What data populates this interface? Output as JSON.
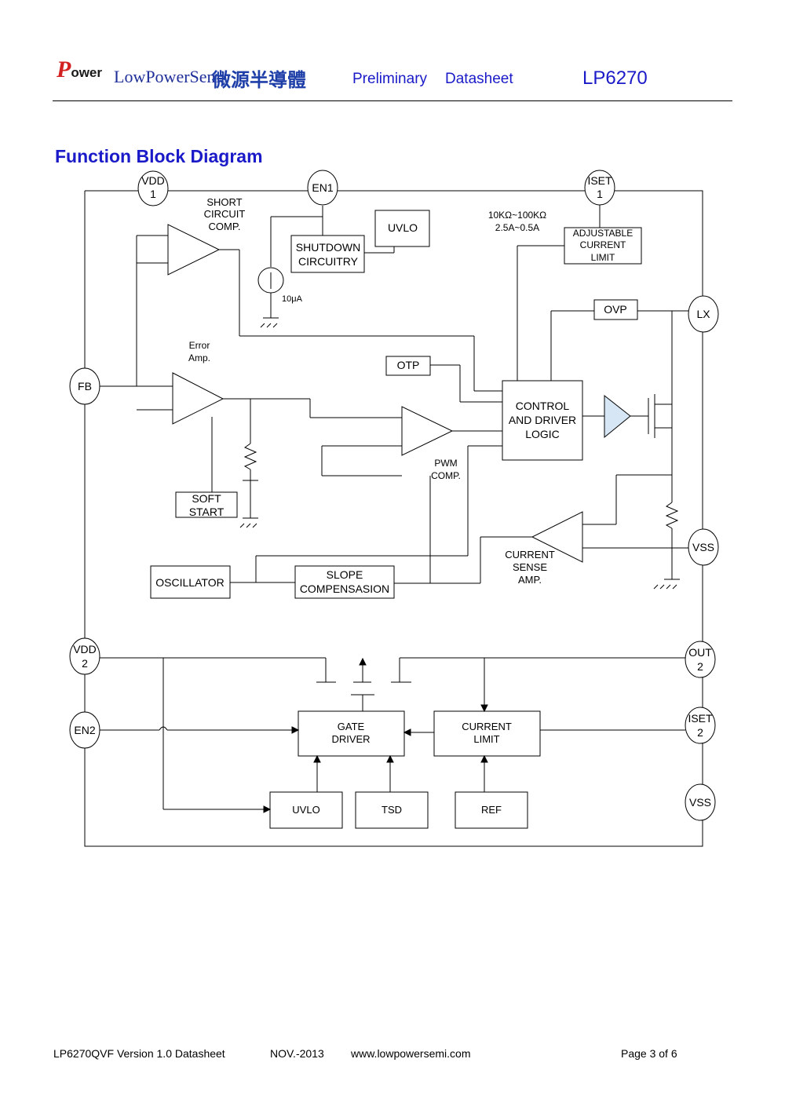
{
  "header": {
    "logo_power_initial": "P",
    "logo_power_rest": "ower",
    "company_en": "LowPowerSemi",
    "company_zh": "微源半導體",
    "preliminary": "Preliminary",
    "datasheet": "Datasheet",
    "part_number": "LP6270"
  },
  "section_title": "Function Block Diagram",
  "diagram": {
    "pins": {
      "vdd1_a": "VDD",
      "vdd1_b": "1",
      "en1": "EN1",
      "iset1_a": "ISET",
      "iset1_b": "1",
      "lx": "LX",
      "fb": "FB",
      "vss1": "VSS",
      "vdd2_a": "VDD",
      "vdd2_b": "2",
      "out2_a": "OUT",
      "out2_b": "2",
      "en2": "EN2",
      "iset2_a": "ISET",
      "iset2_b": "2",
      "vss2": "VSS"
    },
    "blocks": {
      "short_circuit_1": "SHORT",
      "short_circuit_2": "CIRCUIT",
      "short_circuit_3": "COMP.",
      "shutdown_1": "SHUTDOWN",
      "shutdown_2": "CIRCUITRY",
      "uvlo_top": "UVLO",
      "resistor_range": "10KΩ~100KΩ",
      "current_range": "2.5A~0.5A",
      "adj_1": "ADJUSTABLE",
      "adj_2": "CURRENT",
      "adj_3": "LIMIT",
      "current_source": "10μA",
      "ovp": "OVP",
      "error_amp_1": "Error",
      "error_amp_2": "Amp.",
      "otp": "OTP",
      "control_1": "CONTROL",
      "control_2": "AND DRIVER",
      "control_3": "LOGIC",
      "pwm_1": "PWM",
      "pwm_2": "COMP.",
      "soft_1": "SOFT",
      "soft_2": "START",
      "cs_1": "CURRENT",
      "cs_2": "SENSE",
      "cs_3": "AMP.",
      "oscillator": "OSCILLATOR",
      "slope_1": "SLOPE",
      "slope_2": "COMPENSASION",
      "gate_1": "GATE",
      "gate_2": "DRIVER",
      "climit_1": "CURRENT",
      "climit_2": "LIMIT",
      "uvlo_bottom": "UVLO",
      "tsd": "TSD",
      "ref": "REF"
    }
  },
  "footer": {
    "doc": "LP6270QVF Version 1.0 Datasheet",
    "date": "NOV.-2013",
    "url": "www.lowpowersemi.com",
    "page": "Page 3 of 6"
  }
}
